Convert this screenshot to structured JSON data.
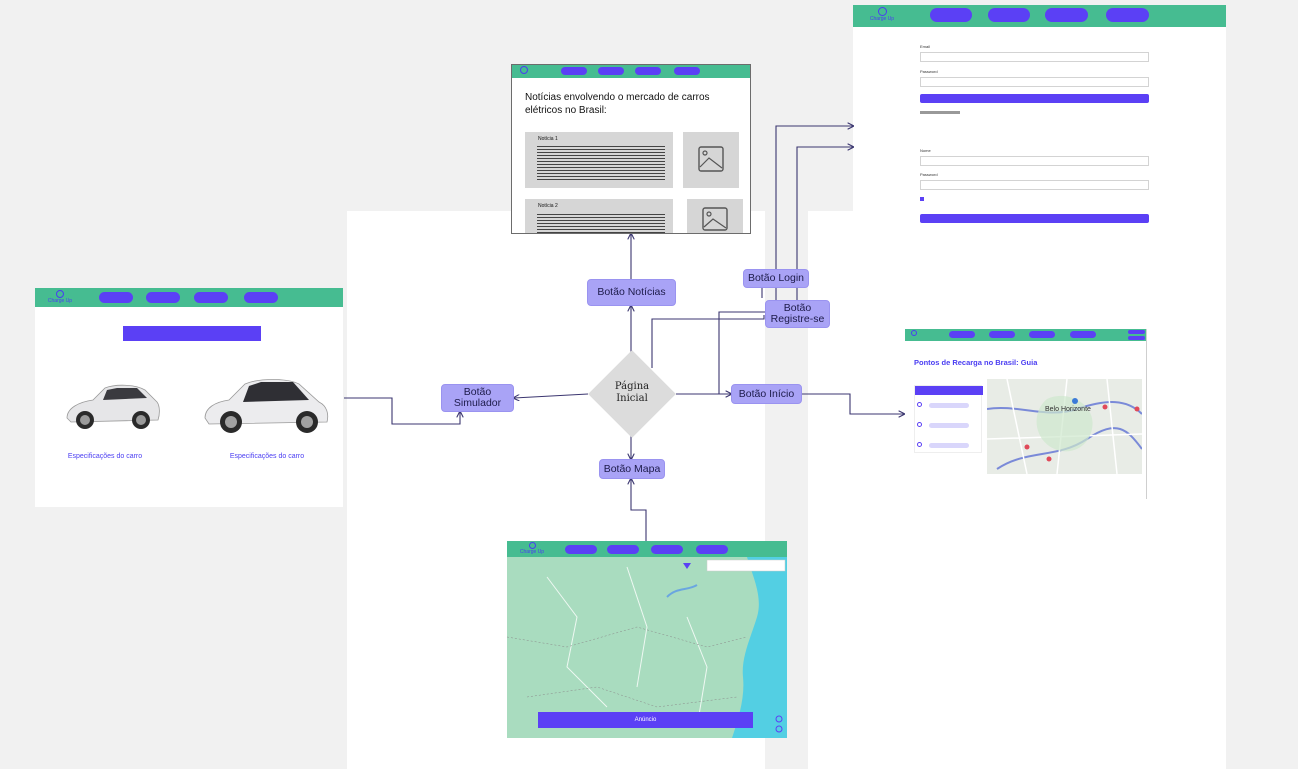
{
  "nodes": {
    "main": "Página Inicial",
    "noticias": "Botão Notícias",
    "login": "Botão Login",
    "registrese": "Botão Registre-se",
    "simulador": "Botão Simulador",
    "inicio": "Botão Início",
    "mapa": "Botão Mapa"
  },
  "news_page": {
    "title": "Notícias envolvendo o mercado de carros elétricos no Brasil:",
    "item1": "Notícia 1",
    "item2": "Notícia 2"
  },
  "simulator_page": {
    "logo": "Charge Up",
    "car_caption_1": "Especificações do carro",
    "car_caption_2": "Especificações do carro"
  },
  "charging_page": {
    "title": "Pontos de Recarga no Brasil: Guia",
    "map_city": "Belo Horizonte"
  },
  "map_page": {
    "logo": "Charge Up",
    "bottom_button": "Anúncio"
  },
  "login_page": {
    "logo": "Charge Up",
    "label_email": "Email",
    "label_password": "Password",
    "label_name": "Nome",
    "label_password2": "Password"
  },
  "colors": {
    "accent": "#5b40f5",
    "header_green": "#46bc91",
    "node_purple": "#a9a3f6",
    "connector": "#3b3670"
  }
}
